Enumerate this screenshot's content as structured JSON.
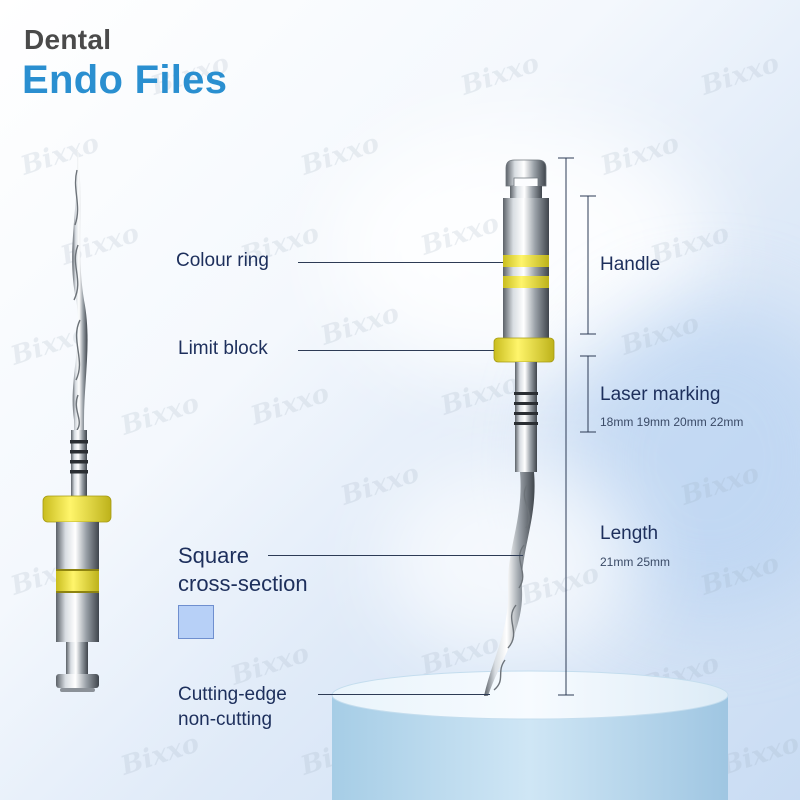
{
  "header": {
    "line1": "Dental",
    "line2": "Endo Files"
  },
  "watermark": {
    "text": "Bixxo"
  },
  "labels": {
    "colour_ring": "Colour ring",
    "limit_block": "Limit block",
    "square_line1": "Square",
    "square_line2": "cross-section",
    "cutting_line1": "Cutting-edge",
    "cutting_line2": "non-cutting",
    "handle": "Handle",
    "laser_marking": "Laser marking",
    "laser_sizes": "18mm 19mm 20mm 22mm",
    "length": "Length",
    "length_sizes": "21mm 25mm"
  },
  "colors": {
    "title_dark": "#4a4a4a",
    "title_accent": "#2a8fd0",
    "label_text": "#1d2f5c",
    "ring_yellow": "#f4ea4a",
    "swatch_fill": "#b7d0f7",
    "pedestal": "#bfdcef"
  },
  "icons": {
    "file_left": "endo-file-vertical-icon",
    "file_right": "endo-file-annotated-icon",
    "cross_section": "square-swatch-icon"
  }
}
